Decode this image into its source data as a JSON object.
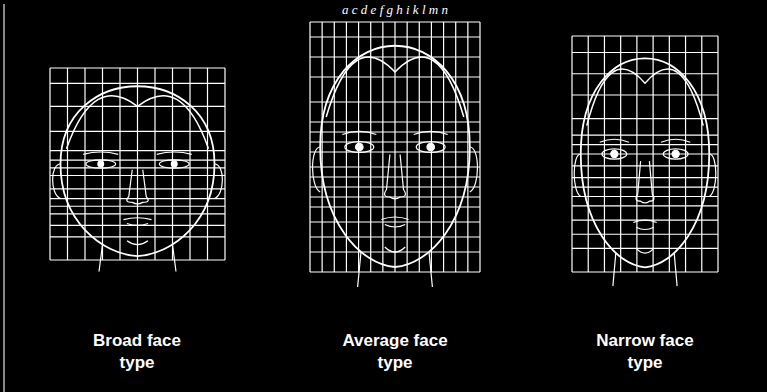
{
  "diagram": {
    "labels": [
      "a c d e f g h i k l m n",
      "Broad face type",
      "Average face type",
      "Narrow face type"
    ]
  }
}
